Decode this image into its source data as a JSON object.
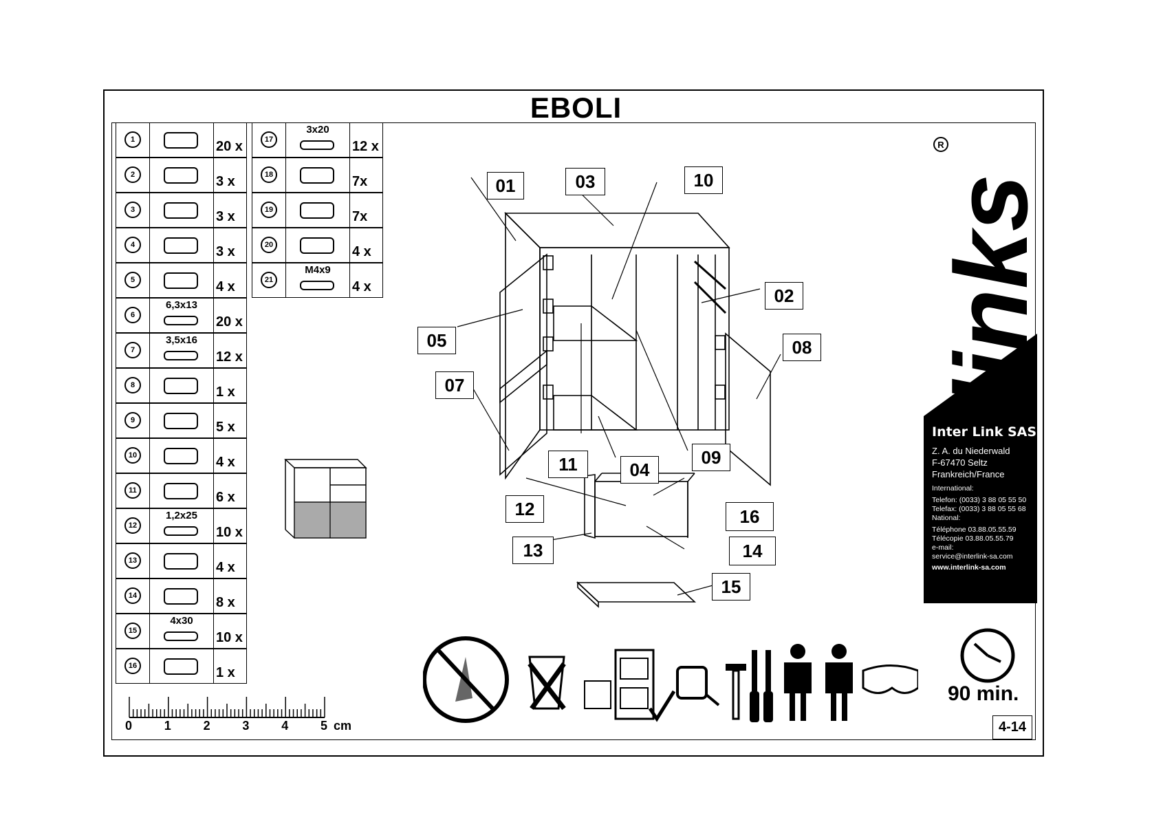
{
  "title": "EBOLI",
  "parts": [
    {
      "id": "1",
      "size": "",
      "qty": "20 x",
      "icon": "dowel-icon"
    },
    {
      "id": "2",
      "size": "",
      "qty": "3 x",
      "icon": "cam-lock-icon"
    },
    {
      "id": "3",
      "size": "",
      "qty": "3 x",
      "icon": "cam-bolt-icon"
    },
    {
      "id": "4",
      "size": "",
      "qty": "3 x",
      "icon": "wall-plug-icon"
    },
    {
      "id": "5",
      "size": "",
      "qty": "4 x",
      "icon": "foot-glider-icon"
    },
    {
      "id": "6",
      "size": "6,3x13",
      "qty": "20 x",
      "icon": "screw-icon"
    },
    {
      "id": "7",
      "size": "3,5x16",
      "qty": "12 x",
      "icon": "screw-icon"
    },
    {
      "id": "8",
      "size": "",
      "qty": "1 x",
      "icon": "allen-key-icon"
    },
    {
      "id": "9",
      "size": "",
      "qty": "5 x",
      "icon": "shelf-strip-icon"
    },
    {
      "id": "10",
      "size": "",
      "qty": "4 x",
      "icon": "connector-plate-icon"
    },
    {
      "id": "11",
      "size": "",
      "qty": "6 x",
      "icon": "hinge-icon"
    },
    {
      "id": "12",
      "size": "1,2x25",
      "qty": "10 x",
      "icon": "nail-icon"
    },
    {
      "id": "13",
      "size": "",
      "qty": "4 x",
      "icon": "shelf-pin-icon"
    },
    {
      "id": "14",
      "size": "",
      "qty": "8 x",
      "icon": "corner-bracket-icon"
    },
    {
      "id": "15",
      "size": "4x30",
      "qty": "10 x",
      "icon": "screw-icon"
    },
    {
      "id": "16",
      "size": "",
      "qty": "1 x",
      "icon": "glue-bottle-icon"
    },
    {
      "id": "17",
      "size": "3x20",
      "qty": "12 x",
      "icon": "screw-icon"
    },
    {
      "id": "18",
      "size": "",
      "qty": "7x",
      "icon": "long-screw-icon"
    },
    {
      "id": "19",
      "size": "",
      "qty": "7x",
      "icon": "knob-icon"
    },
    {
      "id": "20",
      "size": "",
      "qty": "4 x",
      "icon": "drawer-runner-icon"
    },
    {
      "id": "21",
      "size": "M4x9",
      "qty": "4 x",
      "icon": "bolt-icon"
    }
  ],
  "ruler": {
    "labels": [
      "0",
      "1",
      "2",
      "3",
      "4",
      "5"
    ],
    "unit": "cm"
  },
  "panel_labels": [
    "01",
    "03",
    "10",
    "02",
    "05",
    "08",
    "07",
    "11",
    "04",
    "09",
    "12",
    "16",
    "13",
    "14",
    "15"
  ],
  "brand": {
    "company": "Inter Link SAS",
    "address": [
      "Z. A. du Niederwald",
      "F-67470 Seltz",
      "Frankreich/France"
    ],
    "international_label": "International:",
    "intl_phone": "Telefon: (0033) 3 88 05 55 50",
    "intl_fax": "Telefax: (0033) 3 88 05 55 68",
    "national_label": "National:",
    "nat_phone": "Téléphone 03.88.05.55.59",
    "nat_fax": "Télécopie  03.88.05.55.79",
    "email_label": "e-mail:",
    "email": "service@interlink-sa.com",
    "web": "www.interlink-sa.com",
    "logo_text": "links"
  },
  "time": "90 min.",
  "page_code": "4-14"
}
